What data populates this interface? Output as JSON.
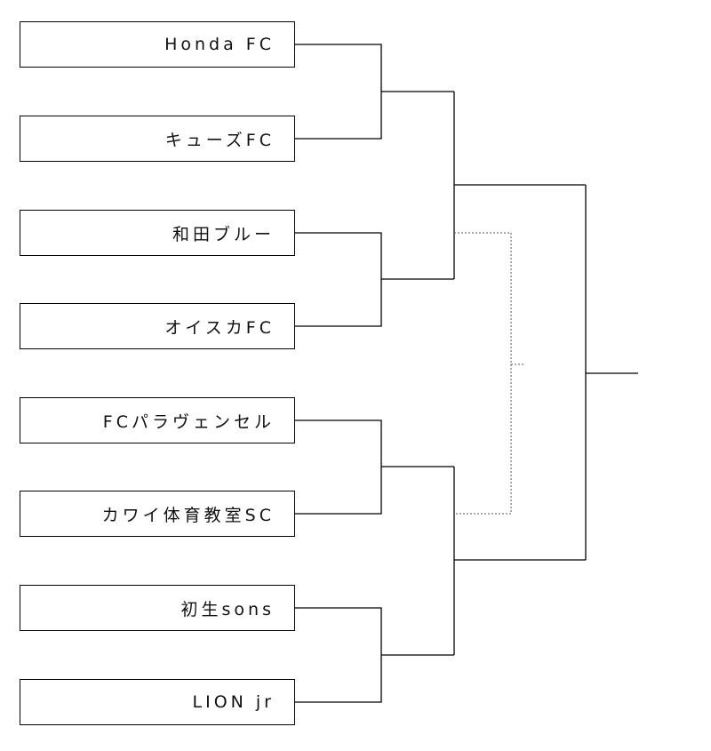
{
  "bracket": {
    "teams": [
      {
        "name": "Honda FC"
      },
      {
        "name": "キューズFC"
      },
      {
        "name": "和田ブルー"
      },
      {
        "name": "オイスカFC"
      },
      {
        "name": "FCパラヴェンセル"
      },
      {
        "name": "カワイ体育教室SC"
      },
      {
        "name": "初生sons"
      },
      {
        "name": "LION jr"
      }
    ]
  },
  "colors": {
    "line": "#000000",
    "dotted_line": "#555555",
    "box_border": "#000000"
  }
}
